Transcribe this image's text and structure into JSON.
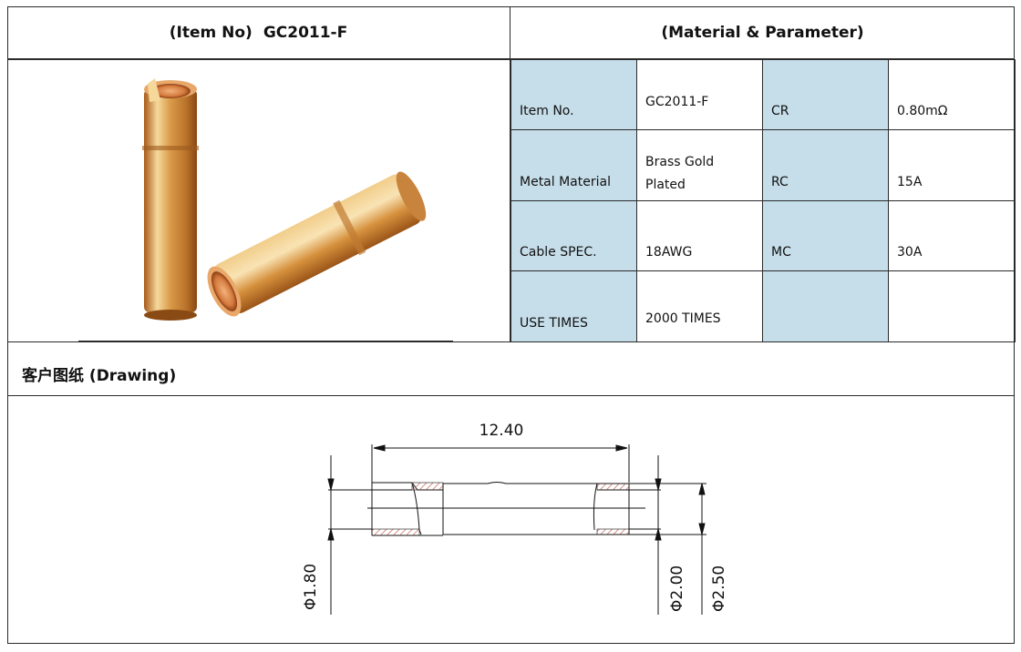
{
  "header": {
    "item_prefix": "(Item No)",
    "item_no": "GC2011-F",
    "right_title": "(Material & Parameter)"
  },
  "spec_table": {
    "rows": [
      {
        "label1": "Item No.",
        "value1": "GC2011-F",
        "label2": "CR",
        "value2": "0.80mΩ"
      },
      {
        "label1": "Metal Material",
        "value1_line1": "Brass Gold",
        "value1_line2": "Plated",
        "label2": "RC",
        "value2": "15A"
      },
      {
        "label1": "Cable SPEC.",
        "value1": "18AWG",
        "label2": "MC",
        "value2": "30A"
      },
      {
        "label1": "USE TIMES",
        "value1": "2000 TIMES",
        "label2": "",
        "value2": ""
      }
    ]
  },
  "drawing": {
    "section_title": "客户图纸 (Drawing)",
    "length": "12.40",
    "inner_dia": "Φ1.80",
    "mid_dia": "Φ2.00",
    "outer_dia": "Φ2.50"
  },
  "colors": {
    "label_bg": "#c6deea",
    "brass_light": "#f3cf8a",
    "brass_dark": "#b06a22",
    "hatch": "#c9776b"
  }
}
